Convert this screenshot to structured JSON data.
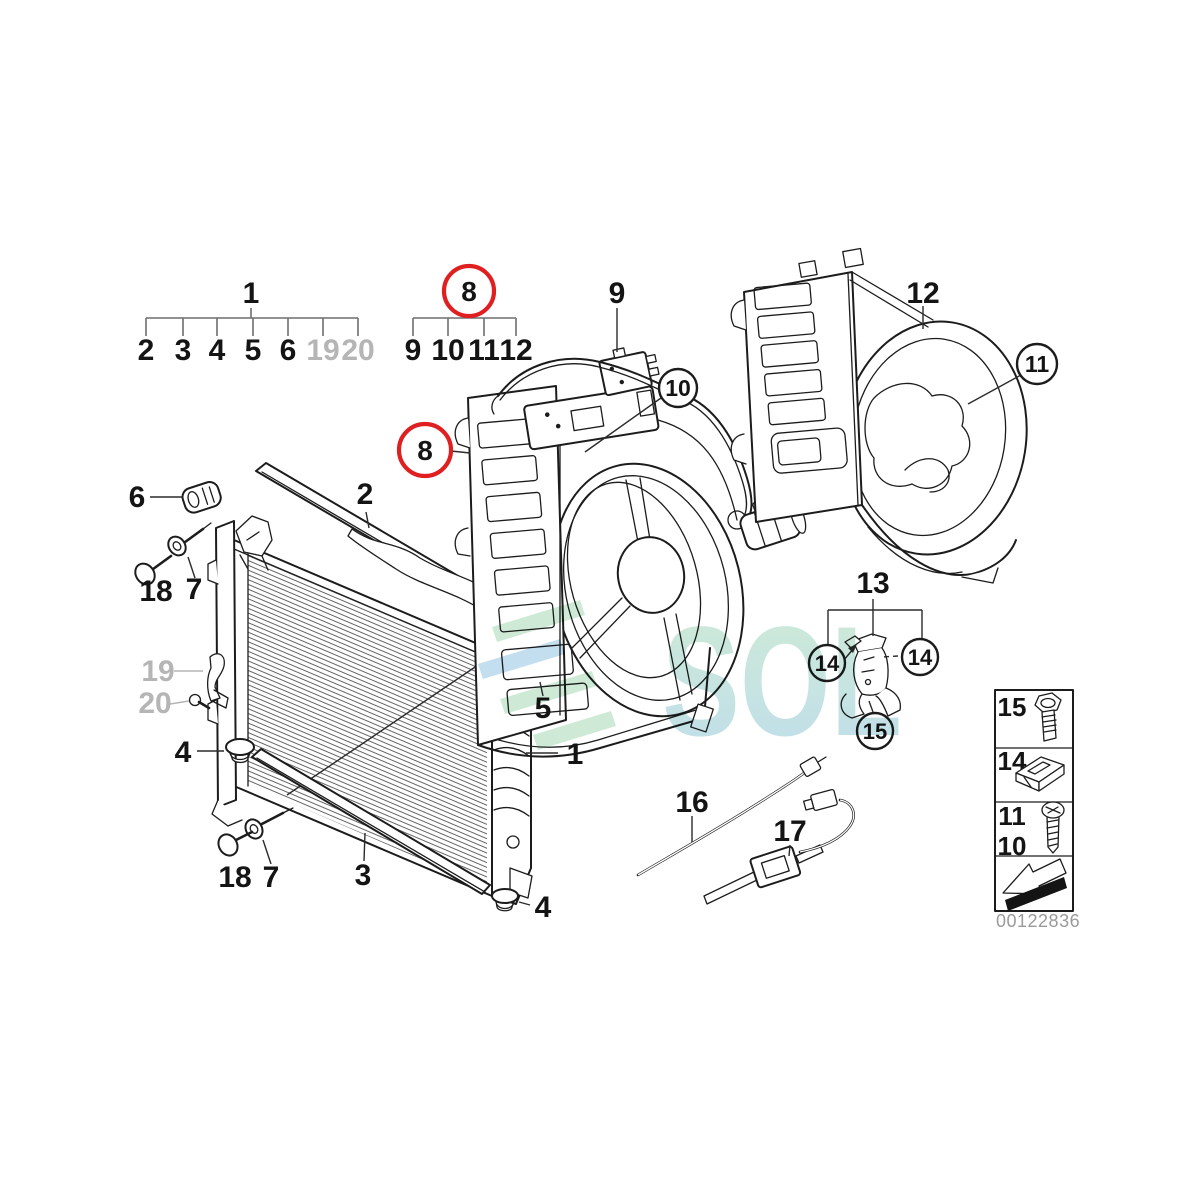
{
  "colors": {
    "accent_red": "#e02020",
    "muted": "#b5b5b5",
    "code_gray": "#9a9a9a",
    "wm_green": "#c6e7cf",
    "wm_blue": "#b9d9ec",
    "wm_teal": "#bcdfda"
  },
  "diagram": {
    "code": "00122836"
  },
  "watermark": {
    "text": "SOL"
  },
  "parts": {
    "p1": "1",
    "p2": "2",
    "p3": "3",
    "p4": "4",
    "p5": "5",
    "p6": "6",
    "p7": "7",
    "p8": "8",
    "p9": "9",
    "p10": "10",
    "p11": "11",
    "p12": "12",
    "p13": "13",
    "p14": "14",
    "p15": "15",
    "p16": "16",
    "p17": "17",
    "p18": "18",
    "p19": "19",
    "p20": "20"
  }
}
